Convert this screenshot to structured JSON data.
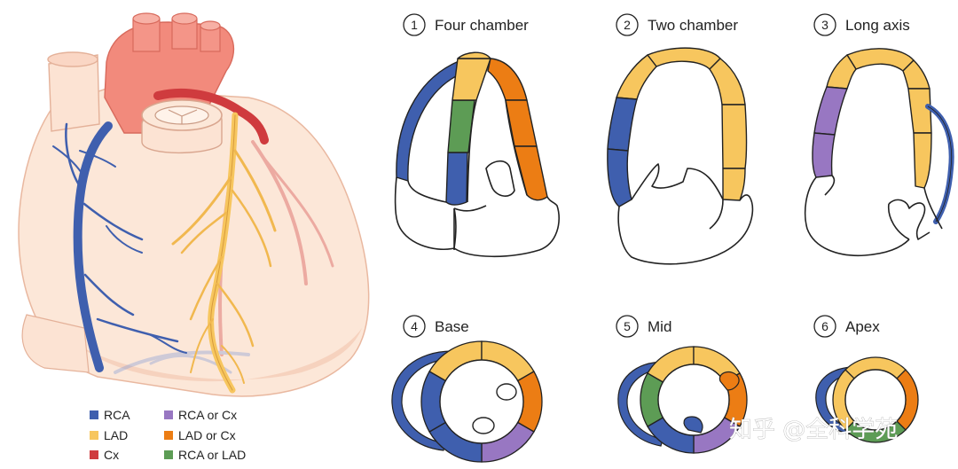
{
  "colors": {
    "rca": "#3f5fae",
    "lad": "#f7c65e",
    "cx": "#cf3b3e",
    "rca_or_cx": "#9877c2",
    "lad_or_cx": "#ec7d14",
    "rca_or_lad": "#5d9c55",
    "heart_body": "#fce7d8",
    "heart_aorta": "#f28a7c"
  },
  "views": [
    {
      "number": "1",
      "label": "Four chamber"
    },
    {
      "number": "2",
      "label": "Two chamber"
    },
    {
      "number": "3",
      "label": "Long axis"
    },
    {
      "number": "4",
      "label": "Base"
    },
    {
      "number": "5",
      "label": "Mid"
    },
    {
      "number": "6",
      "label": "Apex"
    }
  ],
  "legend": [
    {
      "label": "RCA",
      "color_key": "rca"
    },
    {
      "label": "LAD",
      "color_key": "lad"
    },
    {
      "label": "Cx",
      "color_key": "cx"
    },
    {
      "label": "RCA or Cx",
      "color_key": "rca_or_cx"
    },
    {
      "label": "LAD or Cx",
      "color_key": "lad_or_cx"
    },
    {
      "label": "RCA or LAD",
      "color_key": "rca_or_lad"
    }
  ],
  "watermark": "知乎 @全科学苑"
}
